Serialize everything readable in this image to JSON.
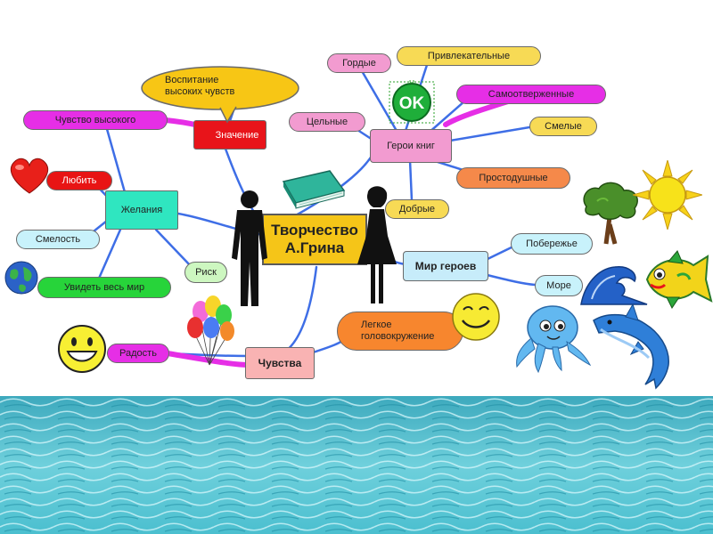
{
  "center": {
    "line1": "Творчество",
    "line2": "А.Грина"
  },
  "branches": {
    "znachenie": "Значение",
    "geroi": "Герои книг",
    "zhelaniya": "Желания",
    "mir": "Мир героев",
    "chuvstva": "Чувства"
  },
  "leaves": {
    "vospitanie_1": "Воспитание",
    "vospitanie_2": "высоких чувств",
    "chuvstvo_vysokogo": "Чувство высокого",
    "lyubit": "Любить",
    "smelost": "Смелость",
    "uvidet": "Увидеть весь мир",
    "risk": "Риск",
    "gordye": "Гордые",
    "privlekatelnye": "Привлекательные",
    "samootverzhennye": "Самоотверженные",
    "celnye": "Цельные",
    "smelye": "Смелые",
    "prostodushnye": "Простодушные",
    "dobrye": "Добрые",
    "poberezhe": "Побережье",
    "more": "Море",
    "legkoe_1": "Легкое",
    "legkoe_2": "головокружение",
    "radost": "Радость"
  },
  "ok_badge": "OK",
  "colors": {
    "center": "#f5c518",
    "znachenie": "#e8141a",
    "geroi": "#f29bd0",
    "zhelaniya": "#2fe6c0",
    "mir": "#c7ecfa",
    "chuvstva": "#f9b3b3",
    "vospitanie": "#f7c615",
    "magenta": "#e62ee6",
    "red_pill": "#e81414",
    "cyan_pill": "#c8f2fb",
    "green_pill": "#27d43a",
    "light_green": "#cdf7c0",
    "salmon": "#f5894a",
    "orange": "#f7862e",
    "yellow_pill": "#f7da55",
    "links_blue": "#3e6ee6",
    "sea": "#5cc6d3"
  }
}
